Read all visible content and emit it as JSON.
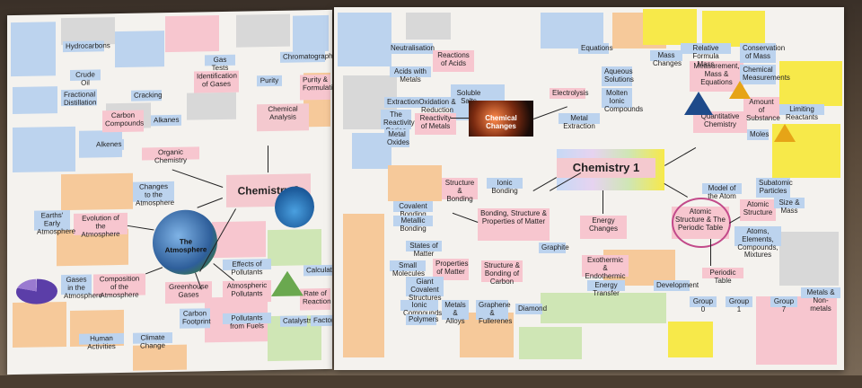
{
  "left_poster": {
    "main_title": "Chemistry 2",
    "topics": {
      "chemical_analysis": "Chemical Analysis",
      "organic_chemistry": "Organic Chemistry",
      "the_atmosphere": "The Atmosphere",
      "carbon_compounds": "Carbon Compounds",
      "identification_of_gases": "Identification of Gases",
      "purity_formulations": "Purity & Formulations",
      "evolution_atmosphere": "Evolution of the Atmosphere",
      "composition_atmosphere": "Composition of the Atmosphere",
      "greenhouse_gases": "Greenhouse Gases",
      "atmospheric_pollutants": "Atmospheric Pollutants",
      "rate_of_reaction": "Rate of Reaction",
      "crude_oil": "Crude Oil",
      "hydrocarbons": "Hydrocarbons",
      "alkanes": "Alkanes",
      "alkenes": "Alkenes",
      "cracking": "Cracking",
      "fractional_distillation": "Fractional Distillation",
      "gas_tests": "Gas Tests",
      "purity": "Purity",
      "chromatography": "Chromatography",
      "earths_early_atmosphere": "Earths' Early Atmosphere",
      "changes_to_atmosphere": "Changes to the Atmosphere",
      "gases_in_atmosphere": "Gases in the Atmosphere",
      "human_activities": "Human Activities",
      "climate_change": "Climate Change",
      "carbon_footprint": "Carbon Footprint",
      "pollutants_from_fuels": "Pollutants from Fuels",
      "effects_of_pollutants": "Effects of Pollutants",
      "calculating": "Calculating",
      "catalysts": "Catalysts",
      "factors": "Factors"
    }
  },
  "right_poster": {
    "main_title": "Chemistry 1",
    "topics": {
      "chemical_changes": "Chemical Changes",
      "reactions_of_acids": "Reactions of Acids",
      "reactivity_of_metals": "Reactivity of Metals",
      "electrolysis": "Electrolysis",
      "quantitative_chemistry": "Quantitative Chemistry",
      "measurement": "Measurement, Mass & Equations",
      "amount_of_substance": "Amount of Substance",
      "bonding_structure": "Bonding, Structure & Properties of Matter",
      "structure_bonding": "Structure & Bonding",
      "properties_of_matter": "Properties of Matter",
      "structure_bonding_carbon": "Structure & Bonding of Carbon",
      "energy_changes": "Energy Changes",
      "exo_endo": "Exothermic & Endothermic",
      "atomic_structure": "Atomic Structure & The Periodic Table",
      "atomic_structure_small": "Atomic Structure",
      "periodic_table": "Periodic Table",
      "neutralisation": "Neutralisation",
      "acids_with_metals": "Acids with Metals",
      "soluble_salts": "Soluble Salts",
      "oxidation_reduction": "Oxidation & Reduction",
      "extraction": "Extraction",
      "reactivity_series": "The Reactivity Series",
      "metal_oxides": "Metal Oxides",
      "aqueous_solutions": "Aqueous Solutions",
      "molten_ionic": "Molten Ionic Compounds",
      "metal_extraction": "Metal Extraction",
      "equations": "Equations",
      "mass_changes": "Mass Changes",
      "relative_formula_mass": "Relative Formula Mass",
      "conservation_of_mass": "Conservation of Mass",
      "chemical_measurements": "Chemical Measurements",
      "moles": "Moles",
      "limiting_reactants": "Limiting Reactants",
      "ionic_bonding": "Ionic Bonding",
      "covalent_bonding": "Covalent Bonding",
      "metallic_bonding": "Metallic Bonding",
      "ionic_compounds": "Ionic Compounds",
      "states_of_matter": "States of Matter",
      "small_molecules": "Small Molecules",
      "giant_covalent": "Giant Covalent Structures",
      "polymers": "Polymers",
      "metals_alloys": "Metals & Alloys",
      "graphene": "Graphene & Fullerenes",
      "diamond": "Diamond",
      "graphite": "Graphite",
      "energy_transfer": "Energy Transfer",
      "model_of_atom": "Model of the Atom",
      "subatomic": "Subatomic Particles",
      "size_mass": "Size & Mass",
      "atoms_elements": "Atoms, Elements, Compounds, Mixtures",
      "development": "Development",
      "group_0": "Group 0",
      "group_1": "Group 1",
      "group_7": "Group 7",
      "metals_non_metals": "Metals & Non-metals"
    }
  },
  "colors": {
    "pink": "#f7c6cf",
    "blue": "#bcd3ee",
    "yellow": "#f7e94a",
    "orange": "#f6c99a",
    "green": "#cfe6b5"
  }
}
